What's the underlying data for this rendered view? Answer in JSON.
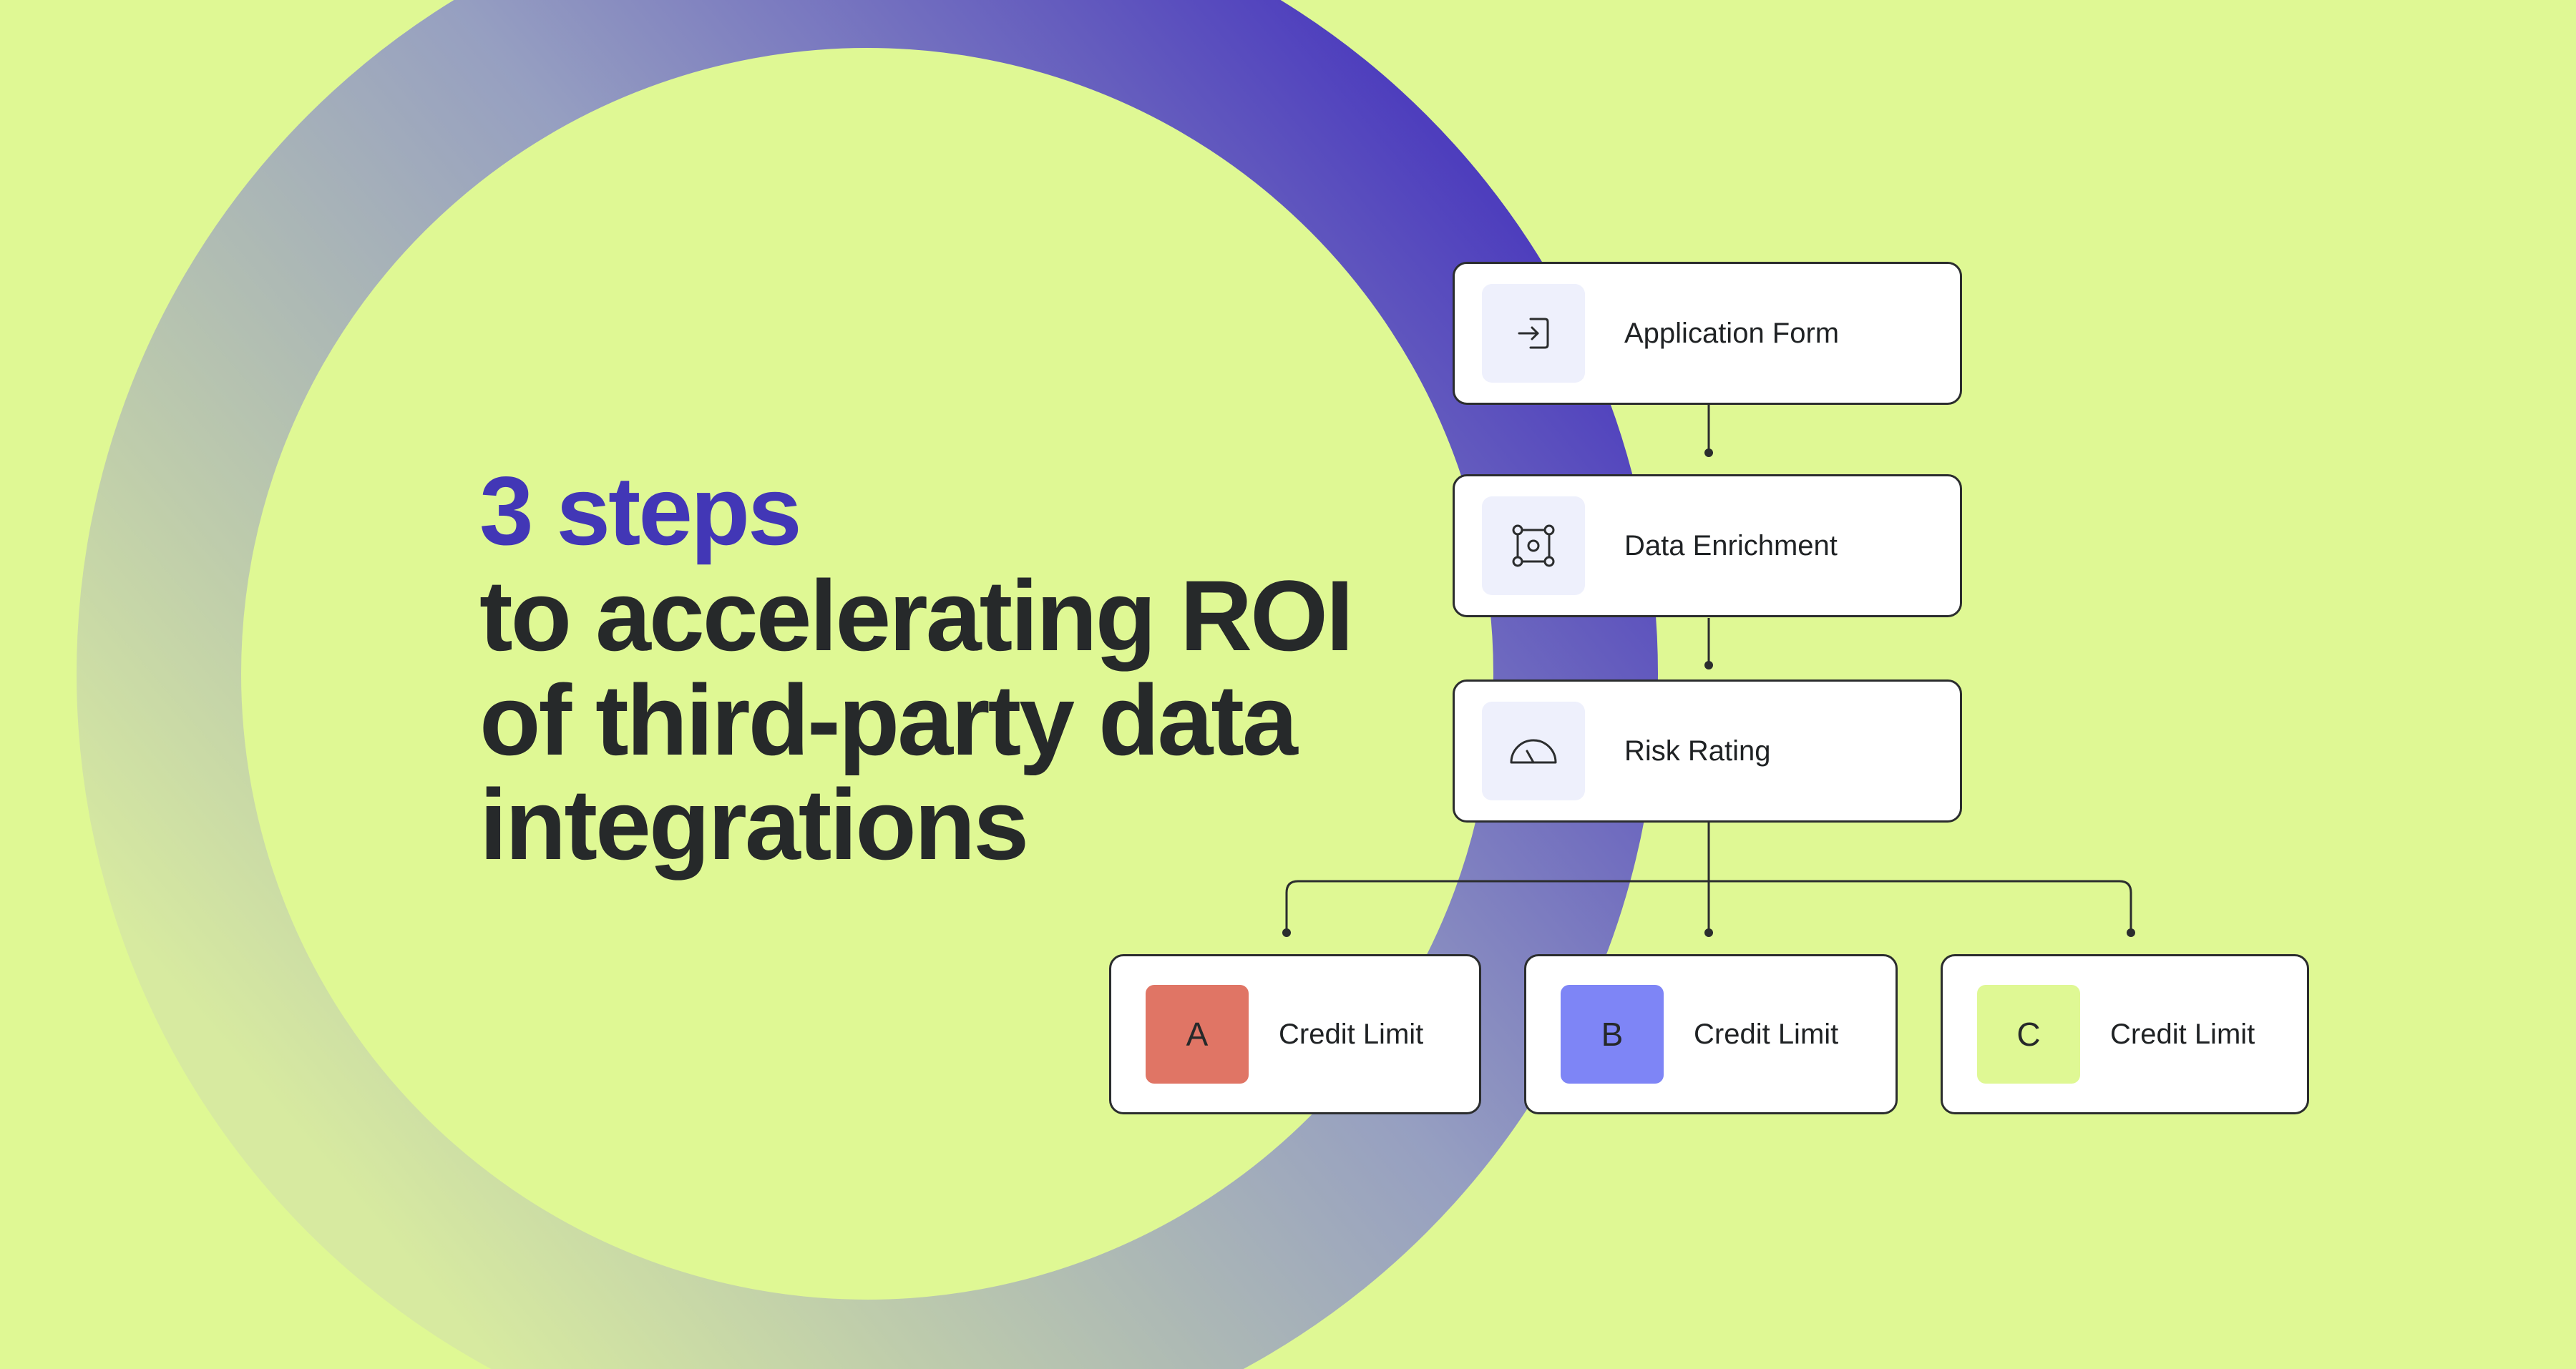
{
  "headline": {
    "accent": "3 steps",
    "line1": "to accelerating ROI",
    "line2": "of third-party data",
    "line3": "integrations"
  },
  "steps": [
    {
      "label": "Application Form",
      "icon": "login-arrow-icon"
    },
    {
      "label": "Data Enrichment",
      "icon": "node-graph-icon"
    },
    {
      "label": "Risk Rating",
      "icon": "gauge-icon"
    }
  ],
  "outcomes": [
    {
      "letter": "A",
      "label": "Credit Limit",
      "color": "#e07565"
    },
    {
      "letter": "B",
      "label": "Credit Limit",
      "color": "#7e85f6"
    },
    {
      "letter": "C",
      "label": "Credit Limit",
      "color": "#dff894"
    }
  ],
  "colors": {
    "background": "#dff894",
    "accent": "#4237b6",
    "text": "#26292a",
    "ring_start": "#4a39bd",
    "ring_end": "#a8b2be"
  }
}
